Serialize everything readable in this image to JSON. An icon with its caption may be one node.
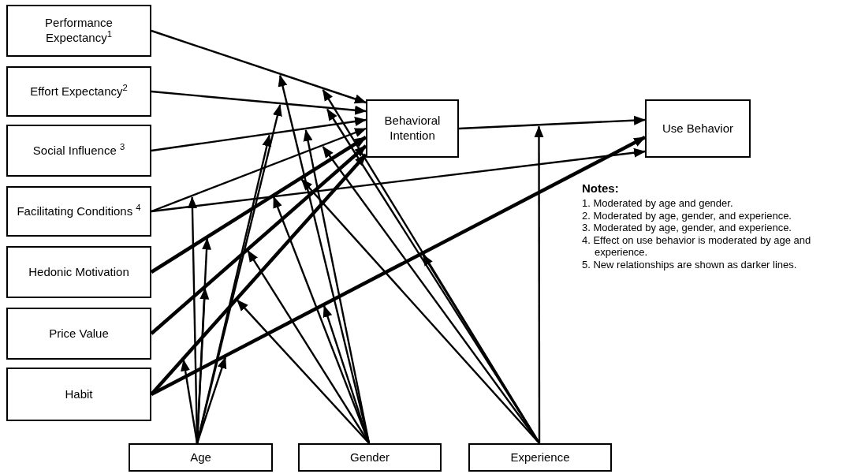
{
  "diagram": {
    "nodes": [
      {
        "text": [
          "Performance Expectancy$^{1}$"
        ]
      },
      {
        "text": [
          "Effort Expectancy$^{2}$"
        ]
      },
      {
        "text": [
          "Social Influence $^{3}$"
        ]
      },
      {
        "text": [
          "Facilitating Conditions $^{4}$"
        ]
      },
      {
        "text": [
          "Hedonic Motivation"
        ]
      },
      {
        "text": [
          "Price Value"
        ]
      },
      {
        "text": [
          "Habit"
        ]
      },
      {
        "text": [
          "Behavioral Intention"
        ]
      },
      {
        "text": [
          "Use Behavior"
        ]
      },
      {
        "text": [
          "Age"
        ]
      },
      {
        "text": [
          "Gender"
        ]
      },
      {
        "text": [
          "Experience"
        ]
      }
    ],
    "edges": [
      {
        "from": 0,
        "to": 7,
        "arrow": "to"
      },
      {
        "from": 1,
        "to": 7,
        "arrow": "to"
      },
      {
        "from": 2,
        "to": 7,
        "arrow": "to"
      },
      {
        "from": 3,
        "to": 7,
        "arrow": "to"
      },
      {
        "from": 4,
        "to": 7,
        "arrow": "to",
        "style": "thick"
      },
      {
        "from": 5,
        "to": 7,
        "arrow": "to",
        "style": "thick"
      },
      {
        "from": 6,
        "to": 7,
        "arrow": "to",
        "style": "thick"
      },
      {
        "from": 3,
        "to": 8,
        "arrow": "to"
      },
      {
        "from": 6,
        "to": 8,
        "arrow": "to",
        "style": "thick"
      },
      {
        "from": 7,
        "to": 8,
        "arrow": "to"
      },
      {
        "from": 9,
        "to": null,
        "arrow": "to"
      },
      {
        "from": 9,
        "to": null,
        "arrow": "to"
      },
      {
        "from": 9,
        "to": null,
        "arrow": "to"
      },
      {
        "from": 9,
        "to": null,
        "arrow": "to"
      },
      {
        "from": 9,
        "to": null,
        "arrow": "to"
      },
      {
        "from": 9,
        "to": null,
        "arrow": "to"
      },
      {
        "from": 9,
        "to": null,
        "arrow": "to"
      },
      {
        "from": 10,
        "to": null,
        "arrow": "to"
      },
      {
        "from": 10,
        "to": null,
        "arrow": "to"
      },
      {
        "from": 10,
        "to": null,
        "arrow": "to"
      },
      {
        "from": 10,
        "to": null,
        "arrow": "to"
      },
      {
        "from": 10,
        "to": null,
        "arrow": "to"
      },
      {
        "from": 10,
        "to": null,
        "arrow": "to"
      },
      {
        "from": 11,
        "to": null,
        "arrow": "to"
      },
      {
        "from": 11,
        "to": null,
        "arrow": "to"
      },
      {
        "from": 11,
        "to": null,
        "arrow": "to"
      },
      {
        "from": 11,
        "to": null,
        "arrow": "to"
      },
      {
        "from": 11,
        "to": null,
        "arrow": "to"
      },
      {
        "from": 11,
        "to": null,
        "arrow": "to"
      }
    ],
    "labels": [
      "Notes:",
      "1. Moderated by age and gender.",
      "2. Moderated by age, gender, and experience.",
      "3. Moderated by age, gender, and experience.",
      "4. Effect on use behavior is moderated by age and experience.",
      "5. New relationships are shown as darker lines."
    ]
  }
}
